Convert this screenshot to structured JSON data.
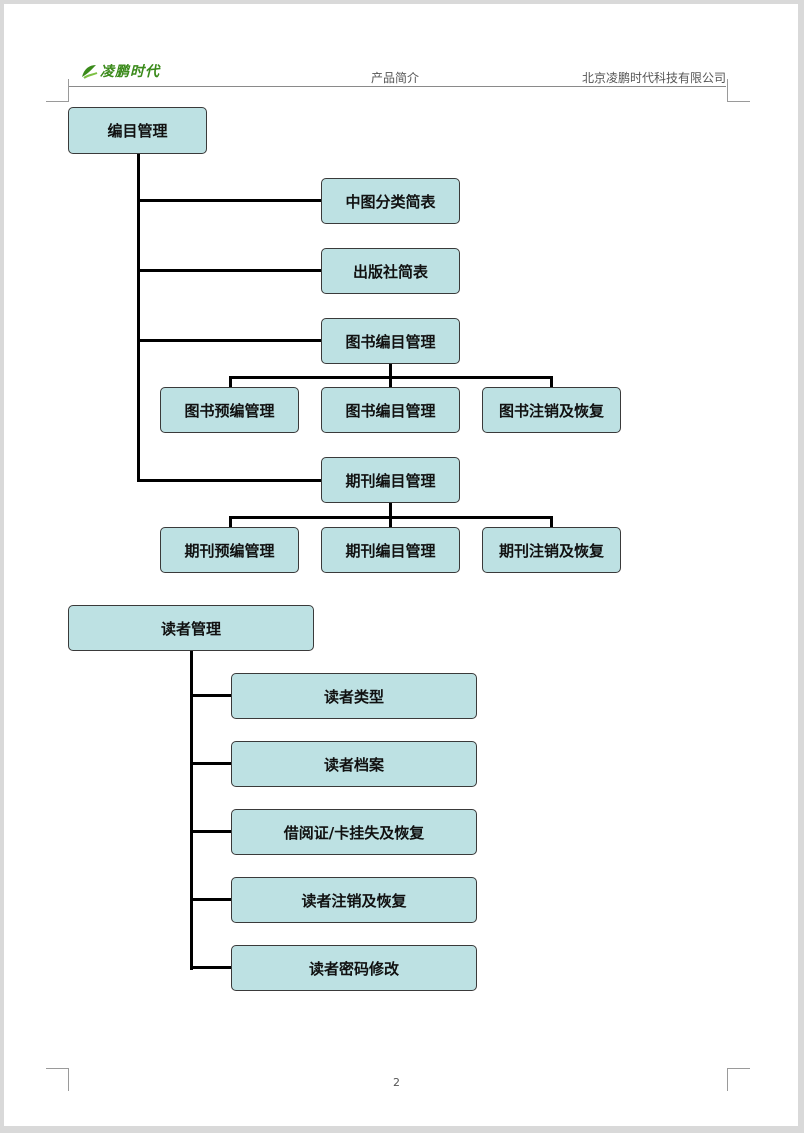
{
  "header": {
    "logo_text": "凌鹏时代",
    "center_title": "产品简介",
    "company": "北京凌鹏时代科技有限公司"
  },
  "colors": {
    "node_fill": "#bde1e3",
    "node_border": "#3a3a3a",
    "logo": "#3a8a1a"
  },
  "catalog": {
    "root": "编目管理",
    "clc_table": "中图分类简表",
    "publisher_table": "出版社简表",
    "book": {
      "label": "图书编目管理",
      "children": [
        "图书预编管理",
        "图书编目管理",
        "图书注销及恢复"
      ]
    },
    "journal": {
      "label": "期刊编目管理",
      "children": [
        "期刊预编管理",
        "期刊编目管理",
        "期刊注销及恢复"
      ]
    }
  },
  "reader": {
    "root": "读者管理",
    "items": [
      "读者类型",
      "读者档案",
      "借阅证/卡挂失及恢复",
      "读者注销及恢复",
      "读者密码修改"
    ]
  },
  "footer": {
    "page_number": "2"
  }
}
